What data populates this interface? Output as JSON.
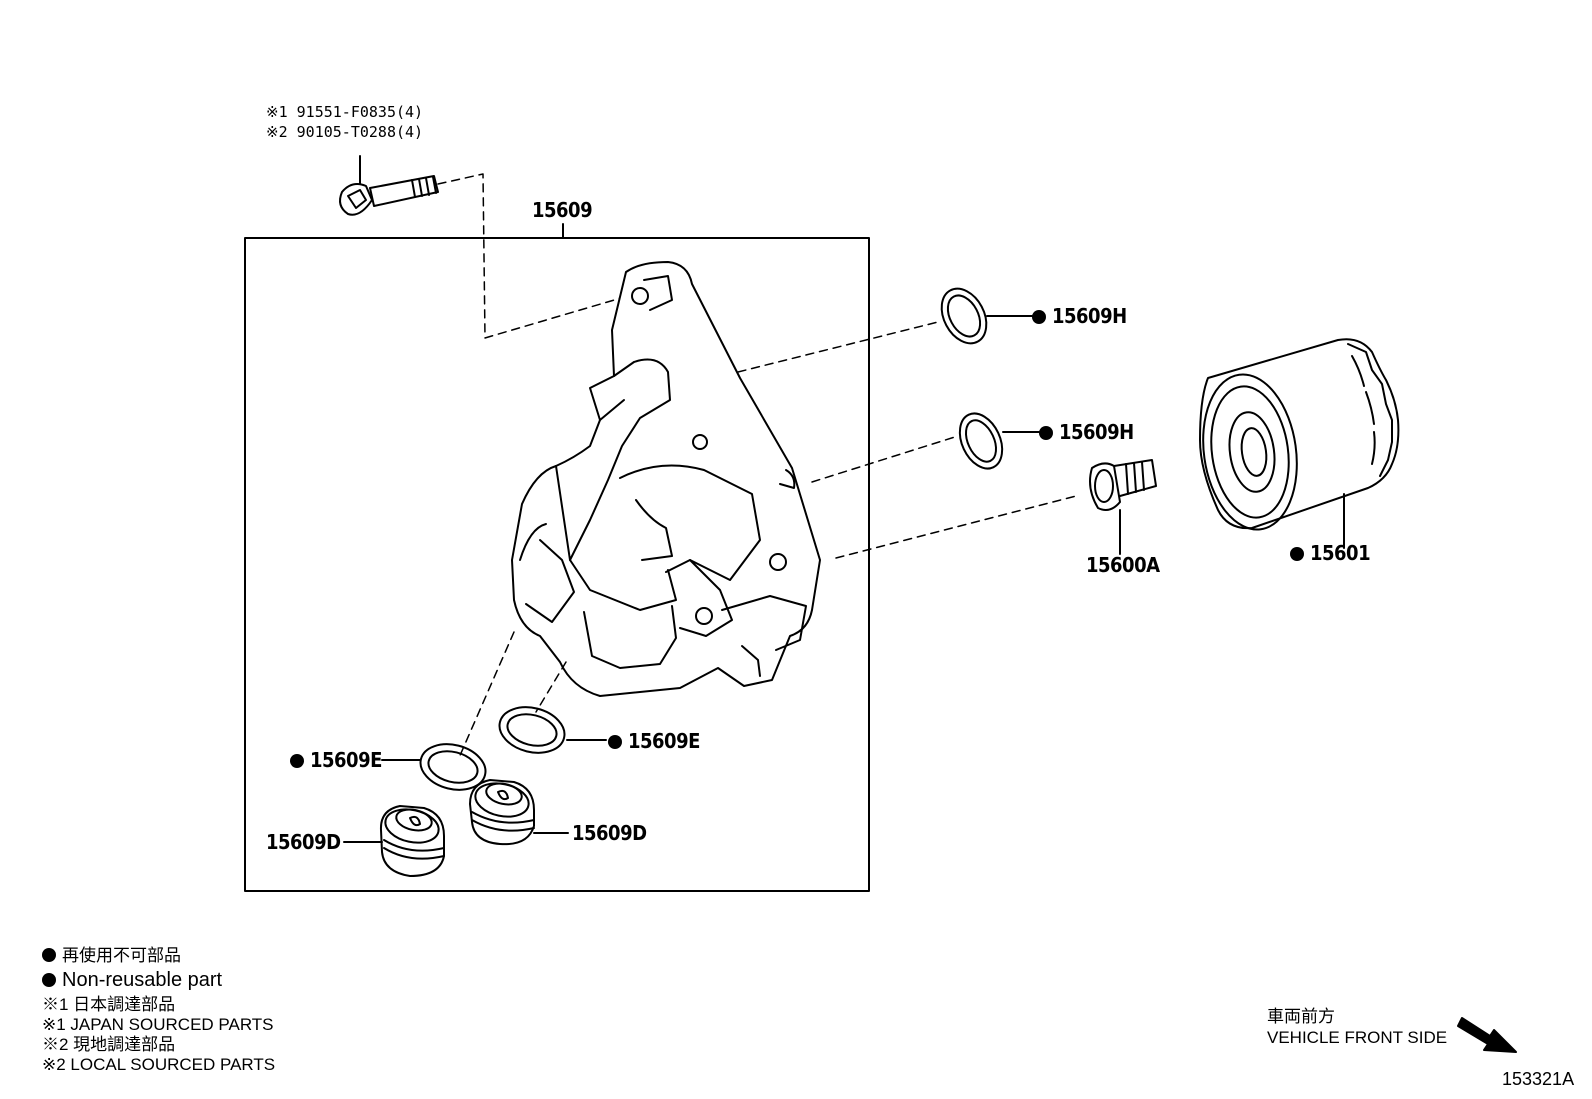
{
  "bolt_callout": {
    "line1": "※1 91551-F0835(4)",
    "line2": "※2 90105-T0288(4)"
  },
  "parts": {
    "bracket": "15609",
    "oring_upper": "15609H",
    "oring_lower": "15609H",
    "union": "15600A",
    "filter": "15601",
    "gasket_left": "15609E",
    "gasket_right": "15609E",
    "plug_left": "15609D",
    "plug_right": "15609D"
  },
  "legend": {
    "non_reusable_ja": "再使用不可部品",
    "non_reusable_en": "Non-reusable part",
    "japan_ja": "※1  日本調達部品",
    "japan_en": "※1  JAPAN SOURCED PARTS",
    "local_ja": "※2  現地調達部品",
    "local_en": "※2  LOCAL SOURCED PARTS"
  },
  "direction": {
    "label_ja": "車両前方",
    "label_en": "VEHICLE FRONT SIDE"
  },
  "figure_id": "153321A"
}
